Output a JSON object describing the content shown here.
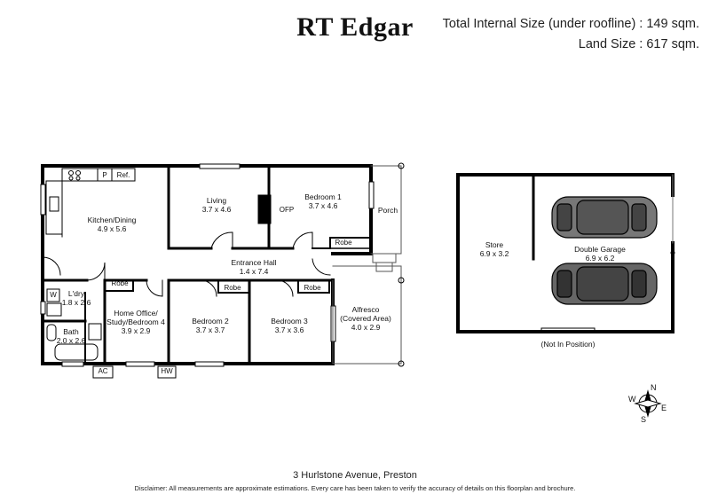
{
  "brand": "RT Edgar",
  "total_size": "Total Internal Size (under roofline) : 149 sqm.",
  "land_size": "Land Size : 617 sqm.",
  "rooms": {
    "kitchen": {
      "name": "Kitchen/Dining",
      "dims": "4.9 x 5.6"
    },
    "living": {
      "name": "Living",
      "dims": "3.7 x 4.6"
    },
    "bed1": {
      "name": "Bedroom 1",
      "dims": "3.7 x 4.6"
    },
    "entrance": {
      "name": "Entrance Hall",
      "dims": "1.4 x 7.4"
    },
    "laundry": {
      "name": "L'dry",
      "dims": "1.8 x 2.6"
    },
    "bath": {
      "name": "Bath",
      "dims": "2.0 x 2.6"
    },
    "office_line1": "Home Office/",
    "office_line2": "Study/Bedroom 4",
    "office_dims": "3.9 x 2.9",
    "bed2": {
      "name": "Bedroom 2",
      "dims": "3.7 x 3.7"
    },
    "bed3": {
      "name": "Bedroom 3",
      "dims": "3.7 x 3.6"
    },
    "alfresco_line1": "Alfresco",
    "alfresco_line2": "(Covered Area)",
    "alfresco_dims": "4.0 x 2.9",
    "store": {
      "name": "Store",
      "dims": "6.9 x 3.2"
    },
    "garage": {
      "name": "Double Garage",
      "dims": "6.9 x 6.2"
    }
  },
  "fixtures": {
    "pantry": "P",
    "fridge": "Ref.",
    "ofp": "OFP",
    "porch": "Porch",
    "robe": "Robe",
    "washer": "W",
    "ac": "AC",
    "hw": "HW"
  },
  "garage_note": "(Not In Position)",
  "compass": {
    "n": "N",
    "s": "S",
    "e": "E",
    "w": "W"
  },
  "address": "3 Hurlstone Avenue, Preston",
  "disclaimer": "Disclaimer: All measurements are approximate estimations. Every care has been taken to verify the accuracy of details on this floorplan and brochure."
}
